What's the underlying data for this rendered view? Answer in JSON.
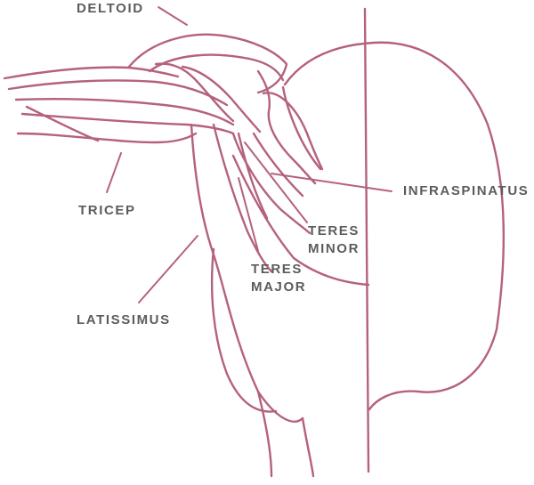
{
  "colors": {
    "outline": "#b5617e",
    "leader": "#b5617e",
    "label_text": "#5c5c5c"
  },
  "labels": {
    "deltoid": "DELTOID",
    "tricep": "TRICEP",
    "latissimus": "LATISSIMUS",
    "infraspinatus": "INFRASPINATUS",
    "teres_minor": [
      "TERES",
      "MINOR"
    ],
    "teres_major": [
      "TERES",
      "MAJOR"
    ]
  }
}
